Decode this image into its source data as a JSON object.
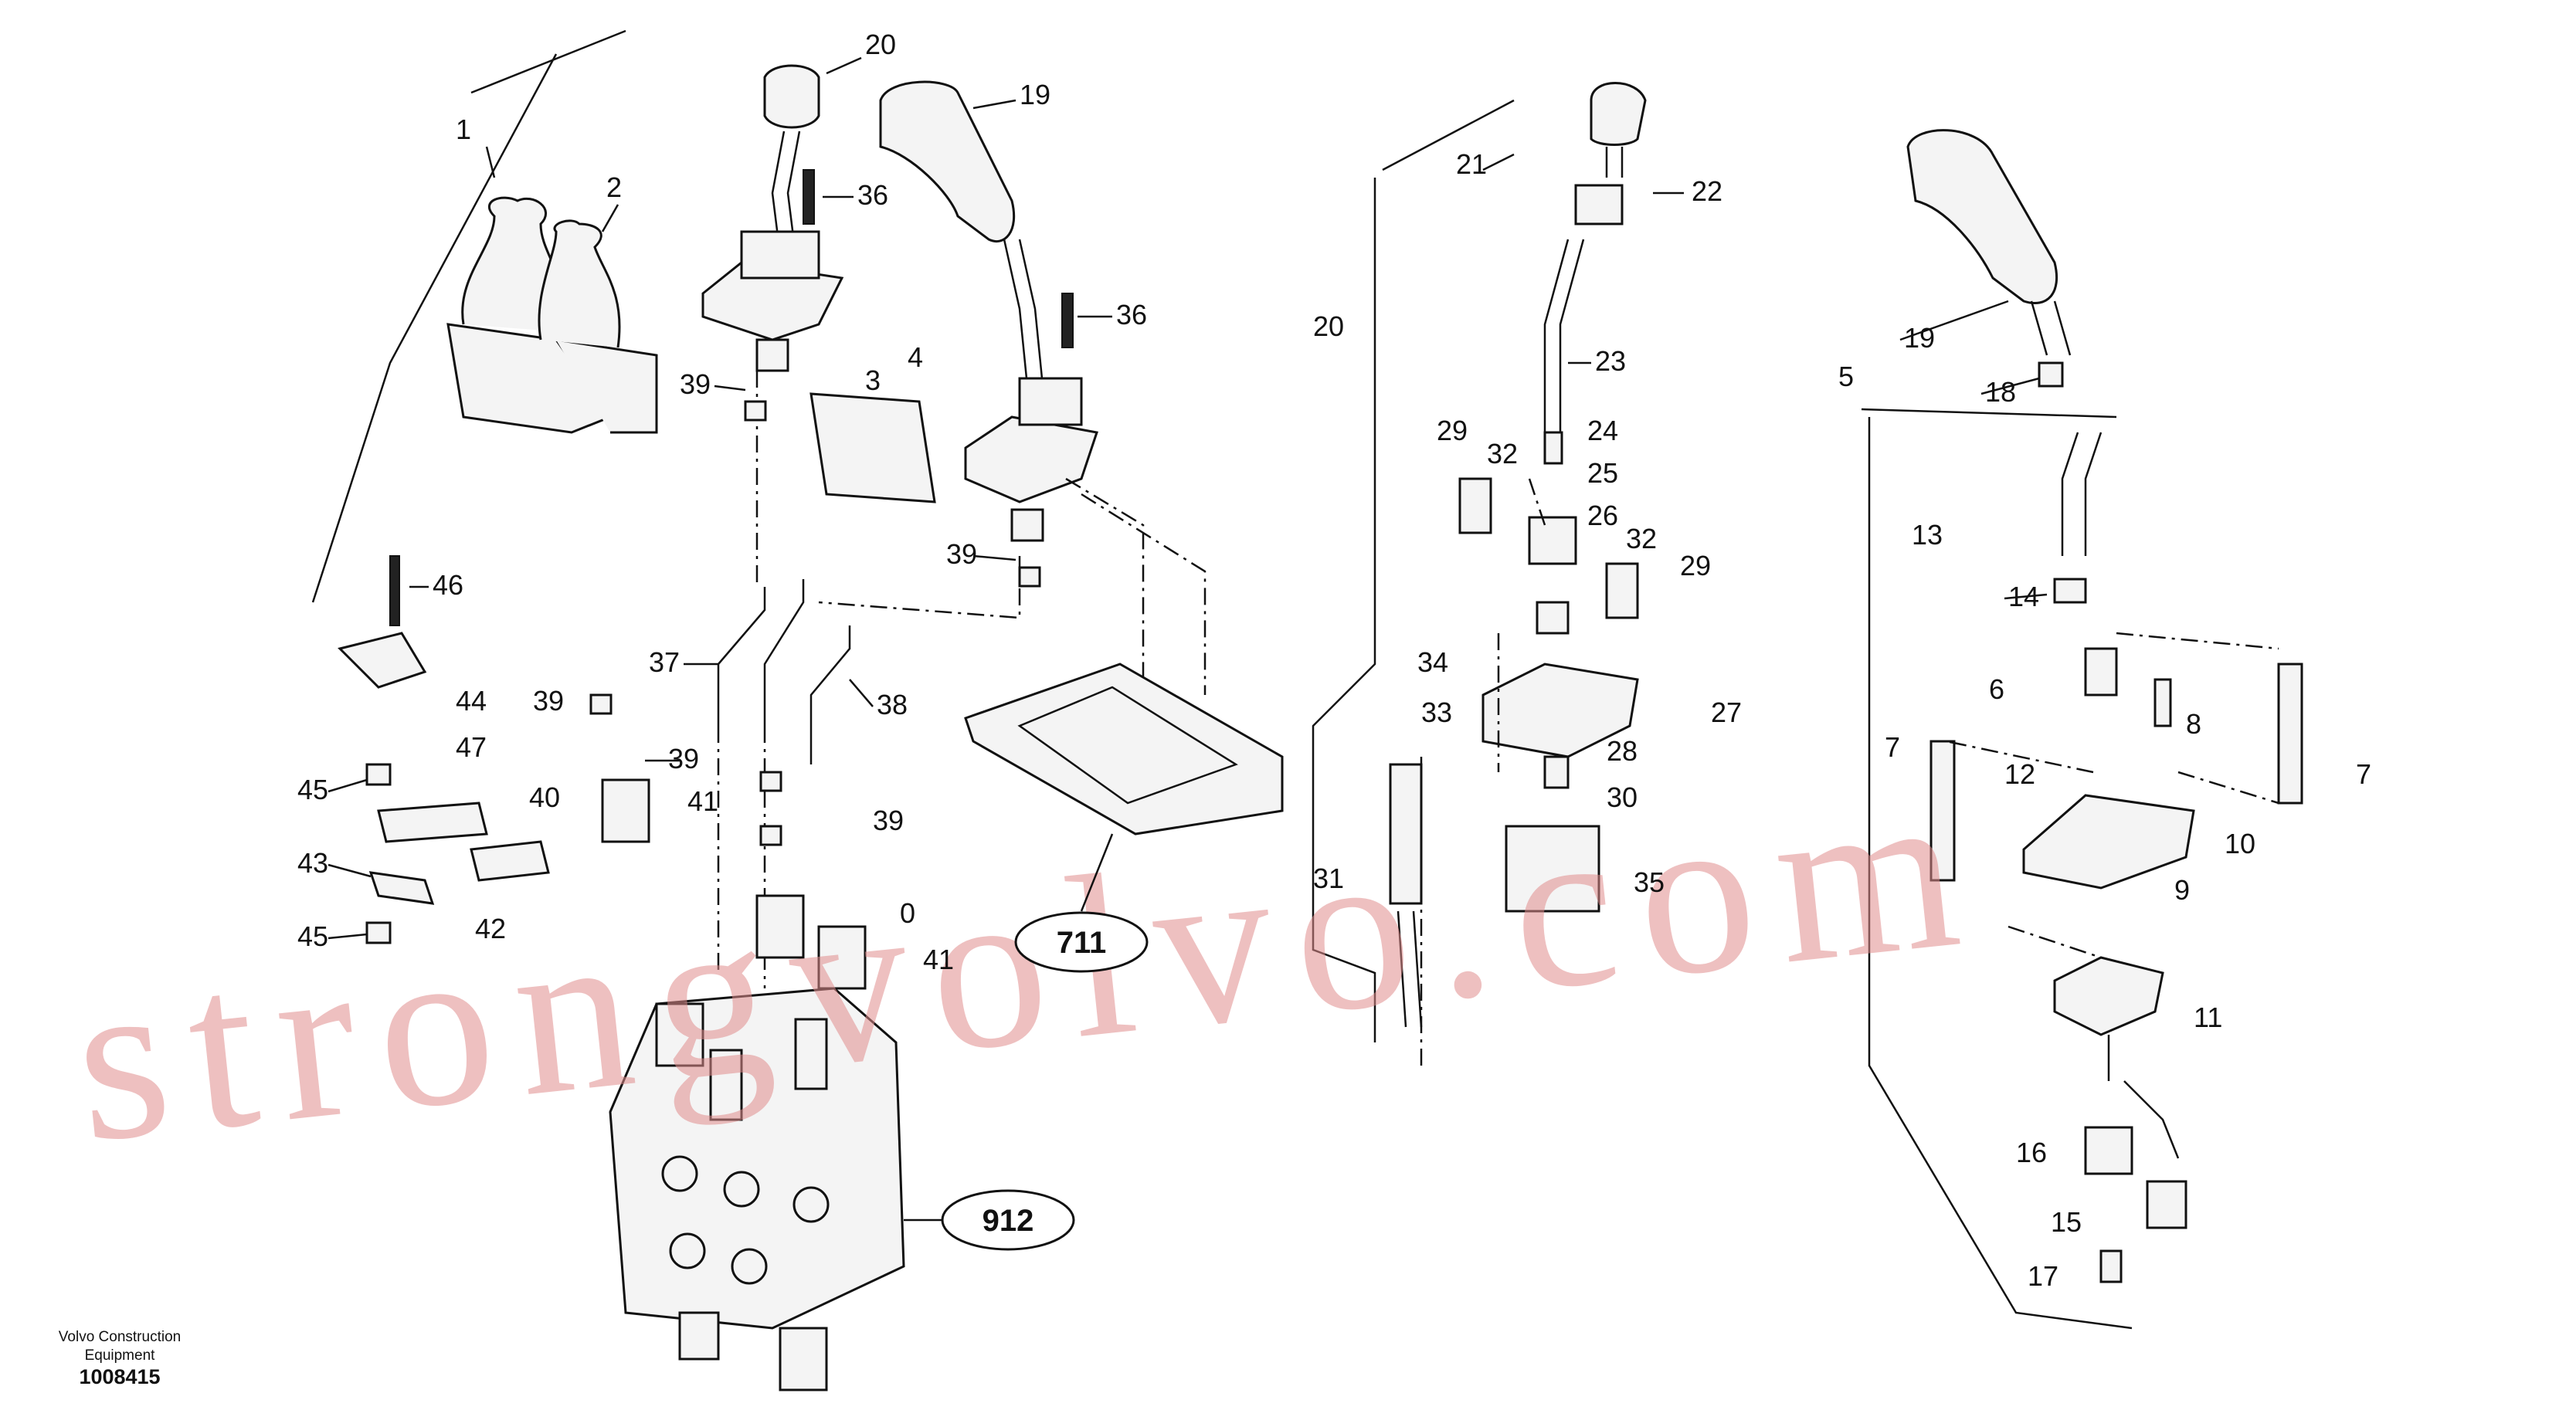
{
  "diagram": {
    "watermark": "strongvolvo.com",
    "callouts": {
      "c1": "1",
      "c2": "2",
      "c3": "3",
      "c4": "4",
      "c5": "5",
      "c6": "6",
      "c7a": "7",
      "c7b": "7",
      "c8": "8",
      "c9": "9",
      "c10": "10",
      "c11": "11",
      "c12": "12",
      "c13": "13",
      "c14": "14",
      "c15": "15",
      "c16": "16",
      "c17": "17",
      "c18": "18",
      "c19a": "19",
      "c19b": "19",
      "c20a": "20",
      "c20b": "20",
      "c21": "21",
      "c22": "22",
      "c23": "23",
      "c24": "24",
      "c25": "25",
      "c26": "26",
      "c27": "27",
      "c28": "28",
      "c29a": "29",
      "c29b": "29",
      "c30": "30",
      "c31": "31",
      "c32a": "32",
      "c32b": "32",
      "c33": "33",
      "c34": "34",
      "c35": "35",
      "c36a": "36",
      "c36b": "36",
      "c37": "37",
      "c38": "38",
      "c39a": "39",
      "c39b": "39",
      "c39c": "39",
      "c39d": "39",
      "c39e": "39",
      "c40a": "40",
      "c40b": "0",
      "c41a": "41",
      "c41b": "41",
      "c42": "42",
      "c43": "43",
      "c44": "44",
      "c45a": "45",
      "c45b": "45",
      "c46": "46",
      "c47": "47"
    },
    "references": {
      "r711": "711",
      "r912": "912"
    },
    "footer": {
      "company_line1": "Volvo Construction",
      "company_line2": "Equipment",
      "drawing_number": "1008415"
    }
  }
}
